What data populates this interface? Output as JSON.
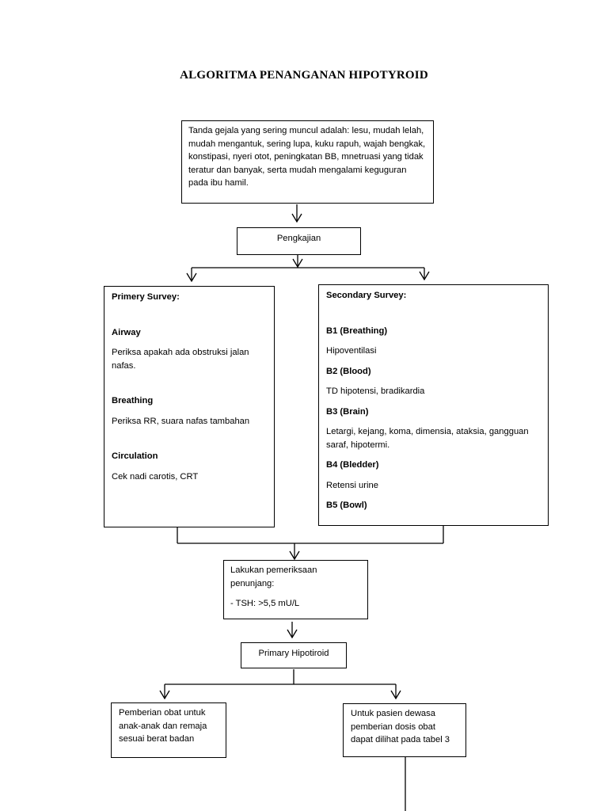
{
  "title": "ALGORITMA PENANGANAN HIPOTYROID",
  "symptoms": "Tanda gejala yang sering muncul adalah: lesu, mudah lelah, mudah mengantuk, sering lupa, kuku rapuh, wajah bengkak, konstipasi, nyeri otot, peningkatan BB, mnetruasi yang tidak teratur dan banyak, serta mudah mengalami keguguran pada ibu hamil.",
  "assessment": "Pengkajian",
  "primary_survey": {
    "title": "Primery Survey:",
    "airway_label": "Airway",
    "airway_text": "Periksa apakah ada obstruksi jalan nafas.",
    "breathing_label": "Breathing",
    "breathing_text": "Periksa RR, suara nafas tambahan",
    "circulation_label": "Circulation",
    "circulation_text": "Cek nadi carotis, CRT"
  },
  "secondary_survey": {
    "title": "Secondary Survey:",
    "b1_label": "B1 (Breathing)",
    "b1_text": "Hipoventilasi",
    "b2_label": "B2 (Blood)",
    "b2_text": "TD hipotensi, bradikardia",
    "b3_label": "B3 (Brain)",
    "b3_text": "Letargi, kejang, koma, dimensia, ataksia, gangguan saraf, hipotermi.",
    "b4_label": "B4 (Bledder)",
    "b4_text": "Retensi urine",
    "b5_label": "B5 (Bowl)"
  },
  "supporting_exam": {
    "text": "Lakukan pemeriksaan penunjang:",
    "tsh": "- TSH: >5,5 mU/L"
  },
  "diagnosis": "Primary Hipotiroid",
  "children_treatment": "Pemberian obat untuk anak-anak dan remaja sesuai berat badan",
  "adult_treatment": "Untuk pasien dewasa pemberian dosis obat dapat dilihat pada tabel 3"
}
